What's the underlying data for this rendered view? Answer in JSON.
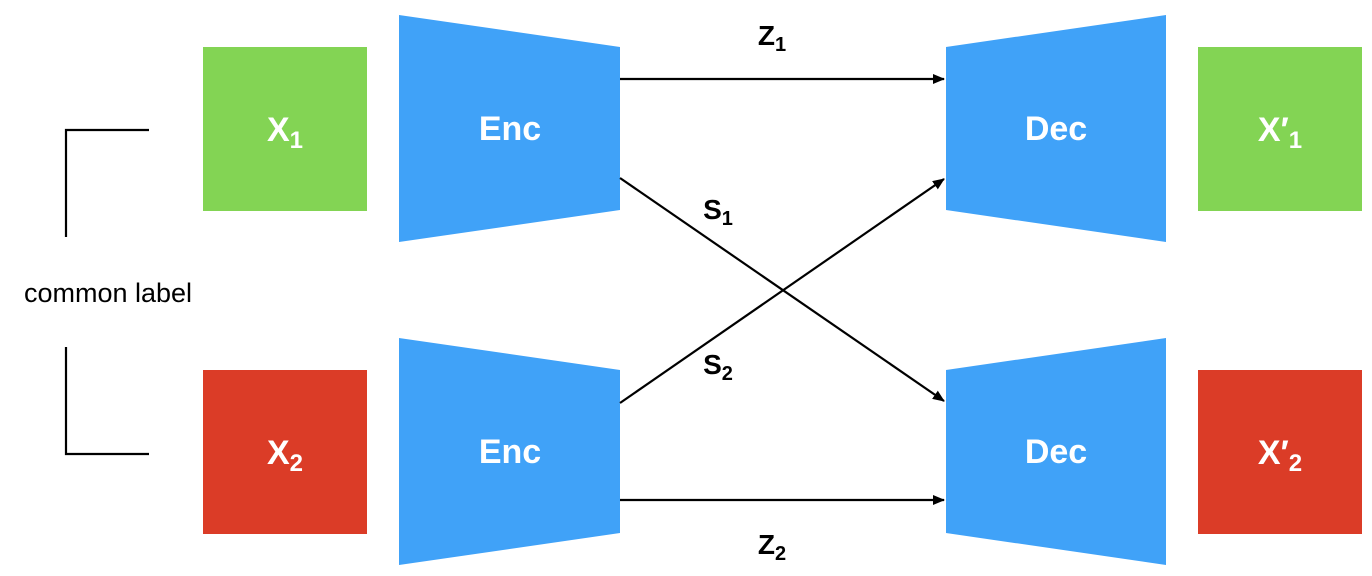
{
  "side_label": "common label",
  "inputs": [
    {
      "main": "X",
      "sub": "1",
      "color": "#83d454"
    },
    {
      "main": "X",
      "sub": "2",
      "color": "#db3c27"
    }
  ],
  "outputs": [
    {
      "main": "X′",
      "sub": "1",
      "color": "#83d454"
    },
    {
      "main": "X′",
      "sub": "2",
      "color": "#db3c27"
    }
  ],
  "encoders": [
    {
      "label": "Enc",
      "color": "#40a2f8"
    },
    {
      "label": "Enc",
      "color": "#40a2f8"
    }
  ],
  "decoders": [
    {
      "label": "Dec",
      "color": "#40a2f8"
    },
    {
      "label": "Dec",
      "color": "#40a2f8"
    }
  ],
  "edges": {
    "z1": {
      "main": "Z",
      "sub": "1"
    },
    "s1": {
      "main": "S",
      "sub": "1"
    },
    "s2": {
      "main": "S",
      "sub": "2"
    },
    "z2": {
      "main": "Z",
      "sub": "2"
    }
  }
}
